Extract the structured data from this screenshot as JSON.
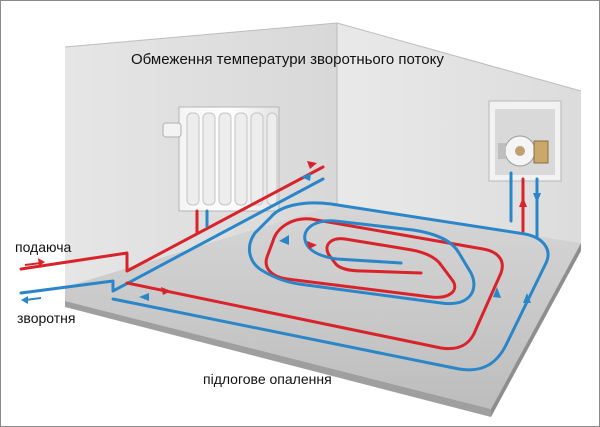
{
  "diagram": {
    "title": "Обмеження температури зворотнього потоку",
    "supply_label": "подаюча",
    "return_label": "зворотня",
    "floor_label": "підлогове опалення"
  },
  "colors": {
    "supply": "#d9232b",
    "return": "#2a86c8",
    "wall": "#dedede",
    "floor": "#c9c9c9"
  }
}
